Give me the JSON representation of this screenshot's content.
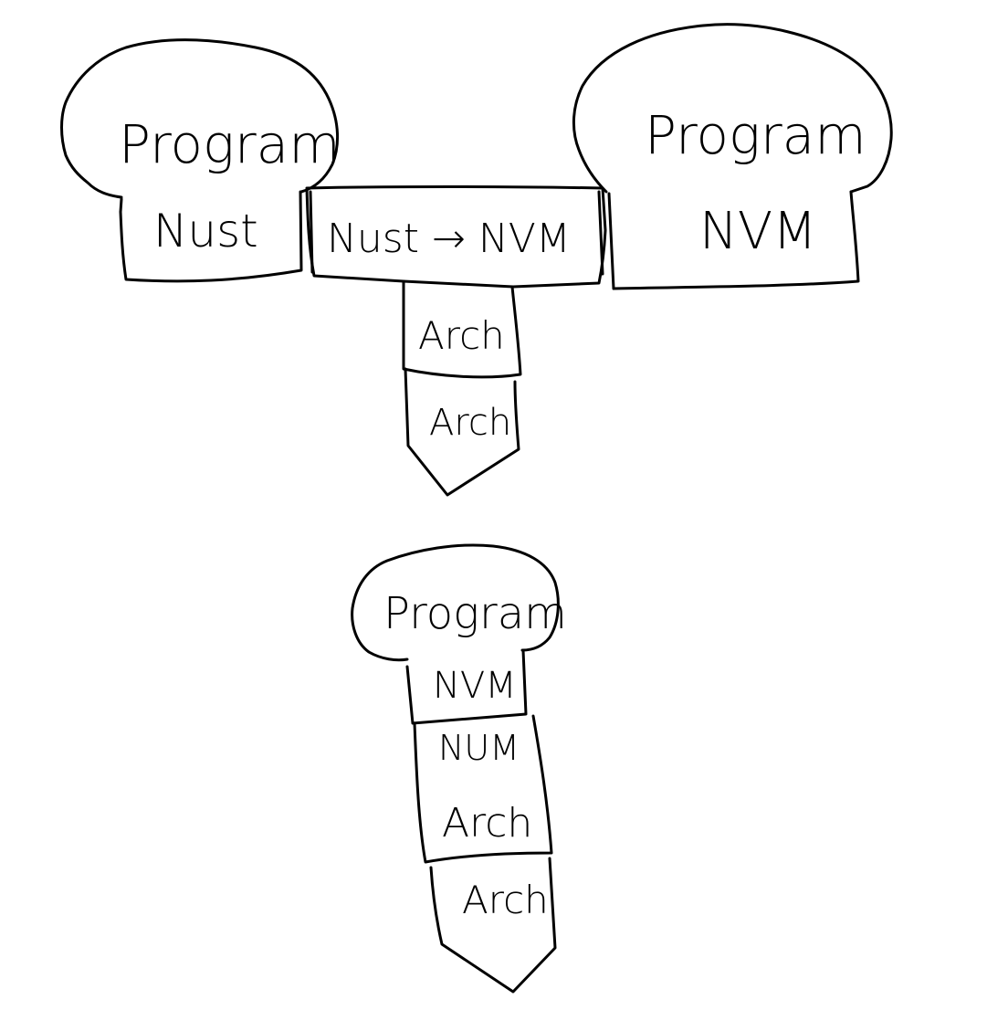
{
  "diagram": {
    "ink_color": "#000000",
    "background": "#ffffff",
    "top_left": {
      "cap_label": "Program",
      "base_label": "Nust"
    },
    "top_middle": {
      "bridge_label": "Nust → NVM",
      "arch_label_upper": "Arch",
      "arch_label_lower": "Arch"
    },
    "top_right": {
      "cap_label": "Program",
      "base_label": "NVM"
    },
    "bottom": {
      "cap_label": "Program",
      "layer1_label": "NVM",
      "layer2_label": "NUM",
      "layer3_label": "Arch",
      "tip_label": "Arch"
    }
  }
}
